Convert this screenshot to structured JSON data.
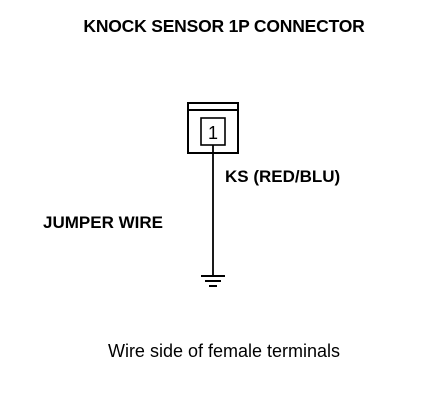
{
  "diagram": {
    "title": "KNOCK SENSOR 1P CONNECTOR",
    "connector": {
      "terminal_number": "1"
    },
    "wire_label": "KS (RED/BLU)",
    "jumper_label": "JUMPER WIRE",
    "ground_symbol": "ground-icon",
    "caption": "Wire side of female terminals"
  }
}
